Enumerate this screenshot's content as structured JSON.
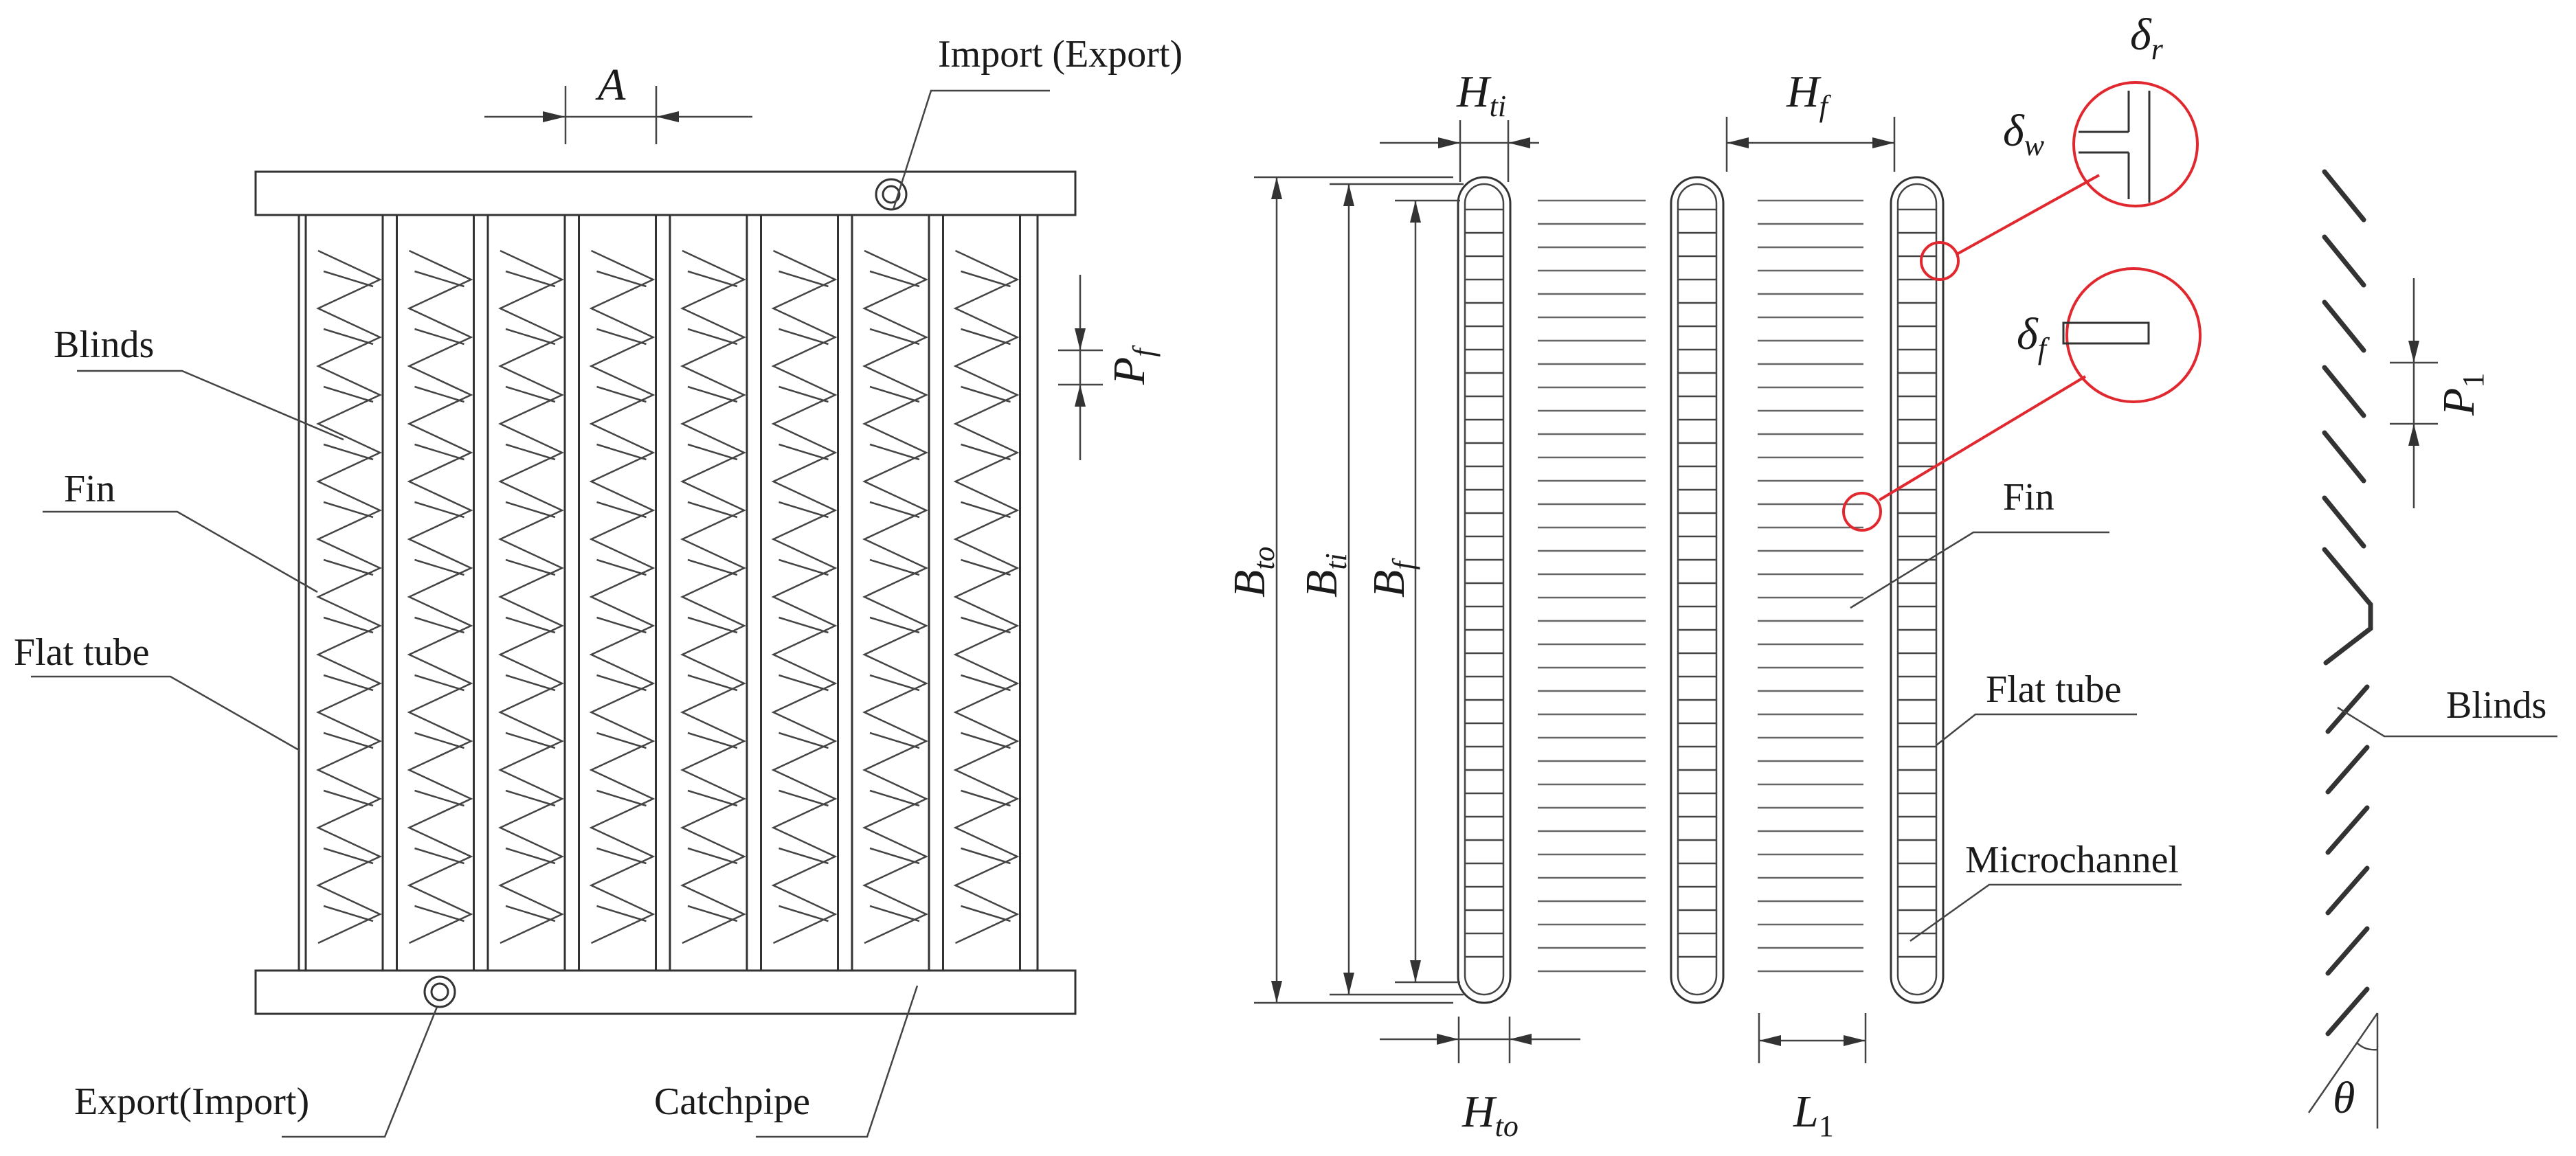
{
  "labels": {
    "import_export": "Import (Export)",
    "export_import": "Export(Import)",
    "blinds_left": "Blinds",
    "fin_left": "Fin",
    "flat_tube_left": "Flat tube",
    "catchpipe": "Catchpipe",
    "fin_mid": "Fin",
    "flat_tube_mid": "Flat tube",
    "microchannel": "Microchannel",
    "blinds_right": "Blinds"
  },
  "symbols": {
    "A": "A",
    "Pf_main": "P",
    "Pf_sub": "f",
    "Hti_main": "H",
    "Hti_sub": "ti",
    "Hf_main": "H",
    "Hf_sub": "f",
    "Hto_main": "H",
    "Hto_sub": "to",
    "L1_main": "L",
    "L1_sub": "1",
    "Bto_main": "B",
    "Bto_sub": "to",
    "Bti_main": "B",
    "Bti_sub": "ti",
    "Bf_main": "B",
    "Bf_sub": "f",
    "dr_main": "δ",
    "dr_sub": "r",
    "dw_main": "δ",
    "dw_sub": "w",
    "df_main": "δ",
    "df_sub": "f",
    "P1_main": "P",
    "P1_sub": "1",
    "theta": "θ"
  },
  "colors": {
    "line": "#333333",
    "highlight": "#e0282e"
  }
}
